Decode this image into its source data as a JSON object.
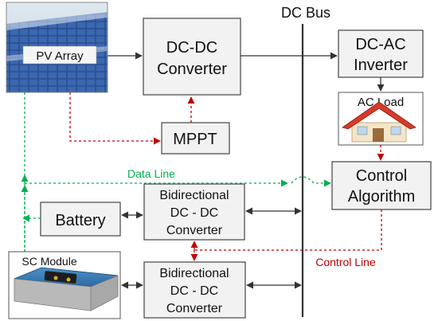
{
  "colors": {
    "black_line": "#333333",
    "red_line": "#c00000",
    "green_line": "#00b050",
    "box_fill": "#f2f2f2",
    "box_stroke": "#444444"
  },
  "bus": {
    "label": "DC Bus"
  },
  "blocks": {
    "pv_array": "PV Array",
    "dcdc_line1": "DC-DC",
    "dcdc_line2": "Converter",
    "mppt": "MPPT",
    "dcac_line1": "DC-AC",
    "dcac_line2": "Inverter",
    "ac_load": "AC Load",
    "control_line1": "Control",
    "control_line2": "Algorithm",
    "battery": "Battery",
    "bidir1_line1": "Bidirectional",
    "bidir1_line2": "DC - DC",
    "bidir1_line3": "Converter",
    "sc_module": "SC Module",
    "bidir2_line1": "Bidirectional",
    "bidir2_line2": "DC - DC",
    "bidir2_line3": "Converter"
  },
  "signals": {
    "data_line": "Data Line",
    "control_line": "Control Line"
  }
}
